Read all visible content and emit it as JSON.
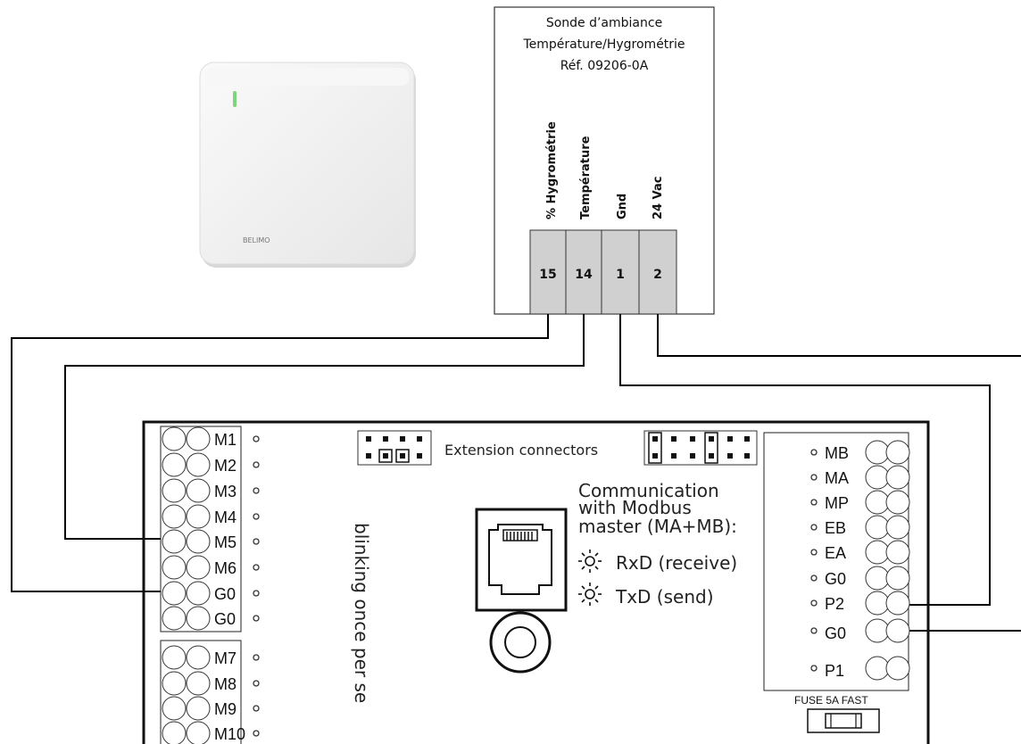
{
  "sensor": {
    "title_line1": "Sonde d’ambiance",
    "title_line2": "Température/Hygrométrie",
    "title_line3": "Réf. 09206-0A",
    "brand": "BELIMO",
    "terminal_labels": [
      "% Hygrométrie",
      "Température",
      "Gnd",
      "24 Vac"
    ],
    "terminal_numbers": [
      "15",
      "14",
      "1",
      "2"
    ]
  },
  "board": {
    "left_terminals_top": [
      "M1",
      "M2",
      "M3",
      "M4",
      "M5",
      "M6",
      "G0",
      "G0"
    ],
    "left_terminals_bottom": [
      "M7",
      "M8",
      "M9",
      "M10"
    ],
    "right_terminals": [
      "MB",
      "MA",
      "MP",
      "EB",
      "EA",
      "G0",
      "P2",
      "G0",
      "P1"
    ],
    "extension_label": "Extension connectors",
    "comm_line1": "Communication",
    "comm_line2": "with Modbus",
    "comm_line3": "master (MA+MB):",
    "rxd_label": "RxD (receive)",
    "txd_label": "TxD (send)",
    "blinking_text": "blinking once per se",
    "fuse_label": "FUSE 5A FAST"
  },
  "colors": {
    "terminal_fill": "#d0d0d0",
    "line": "#000000",
    "sensor_body": "#f2f2f2",
    "sensor_led": "#7dd67d"
  }
}
